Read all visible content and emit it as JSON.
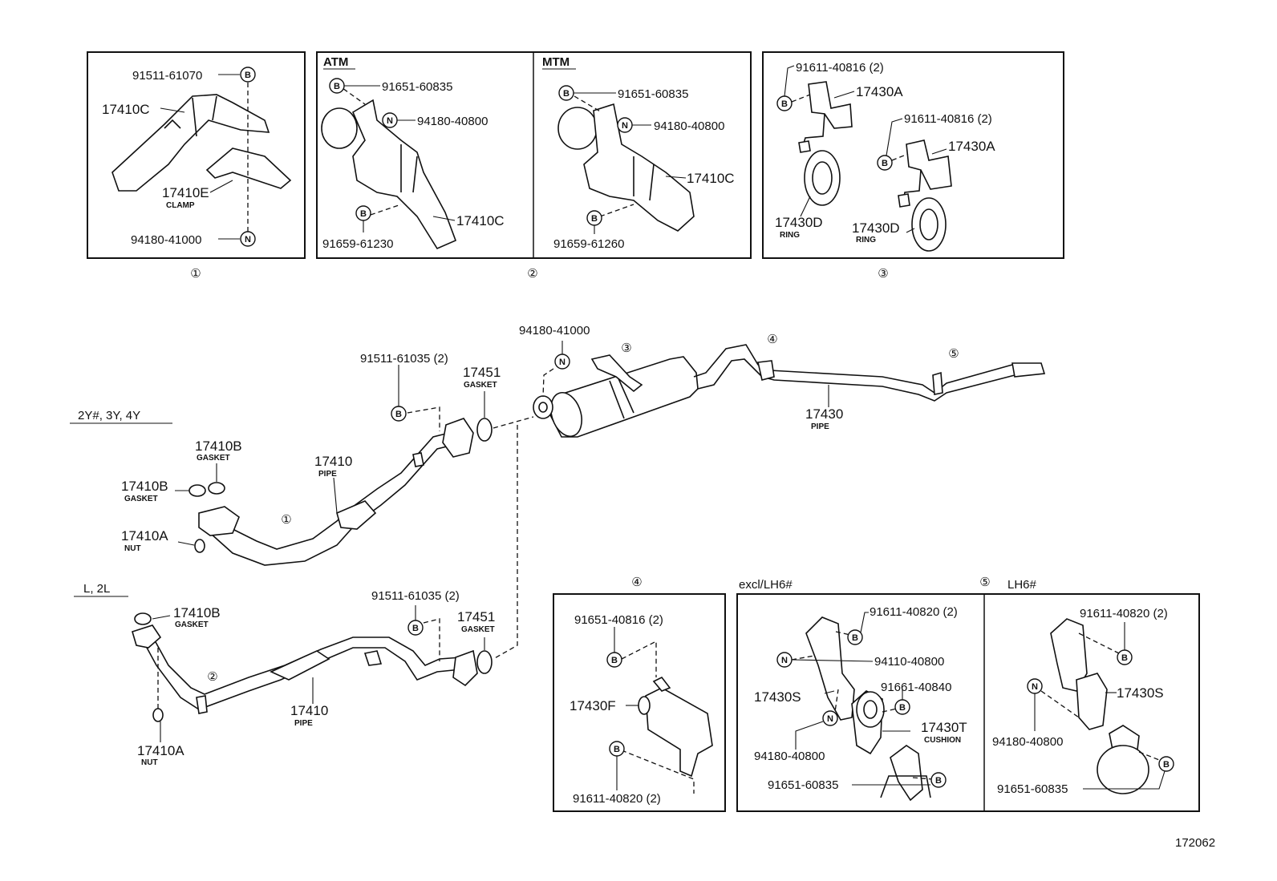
{
  "drawing_number": "172062",
  "panels": {
    "p1": {
      "ref": "①",
      "labels": {
        "bolt": "91511-61070",
        "bracket": "17410C",
        "clamp": "17410E",
        "clamp_sub": "CLAMP",
        "nut": "94180-41000"
      }
    },
    "p2": {
      "ref": "②",
      "atm": {
        "header": "ATM",
        "bolt": "91651-60835",
        "nut": "94180-40800",
        "bracket": "17410C",
        "bolt2": "91659-61230"
      },
      "mtm": {
        "header": "MTM",
        "bolt": "91651-60835",
        "nut": "94180-40800",
        "bracket": "17410C",
        "bolt2": "91659-61260"
      }
    },
    "p3": {
      "ref": "③",
      "labels": {
        "bolt_a": "91611-40816 (2)",
        "hanger_a": "17430A",
        "bolt_b": "91611-40816 (2)",
        "hanger_b": "17430A",
        "ring_a": "17430D",
        "ring_a_sub": "RING",
        "ring_b": "17430D",
        "ring_b_sub": "RING"
      }
    },
    "p4": {
      "ref": "④",
      "labels": {
        "bolt": "91651-40816 (2)",
        "hanger": "17430F",
        "bolt2": "91611-40820 (2)"
      }
    },
    "p5": {
      "ref": "⑤",
      "excl_header": "excl/LH6#",
      "lh6_header": "LH6#",
      "excl": {
        "bolt": "91611-40820 (2)",
        "nut": "94110-40800",
        "bracket": "17430S",
        "bolt2": "91661-40840",
        "cushion": "17430T",
        "cushion_sub": "CUSHION",
        "nut2": "94180-40800",
        "bolt3": "91651-60835"
      },
      "lh6": {
        "bolt": "91611-40820 (2)",
        "bracket": "17430S",
        "nut": "94180-40800",
        "bolt2": "91651-60835"
      }
    }
  },
  "main": {
    "engine_a": "2Y#, 3Y, 4Y",
    "engine_b": "L, 2L",
    "labels": {
      "nut_top": "94180-41000",
      "bolt_top": "91511-61035 (2)",
      "gasket_top": "17451",
      "gasket_top_sub": "GASKET",
      "gasket_b1": "17410B",
      "gasket_b1_sub": "GASKET",
      "gasket_b2": "17410B",
      "gasket_b2_sub": "GASKET",
      "pipe_a": "17410",
      "pipe_a_sub": "PIPE",
      "nut_a": "17410A",
      "nut_a_sub": "NUT",
      "tail_pipe": "17430",
      "tail_pipe_sub": "PIPE",
      "bolt_low": "91511-61035 (2)",
      "gasket_low": "17451",
      "gasket_low_sub": "GASKET",
      "gasket_c": "17410B",
      "gasket_c_sub": "GASKET",
      "pipe_b": "17410",
      "pipe_b_sub": "PIPE",
      "nut_b": "17410A",
      "nut_b_sub": "NUT"
    },
    "callouts": {
      "c1": "①",
      "c2": "②",
      "c3": "③",
      "c4": "④",
      "c5": "⑤"
    }
  },
  "symbols": {
    "bolt": "B",
    "nut": "N"
  }
}
